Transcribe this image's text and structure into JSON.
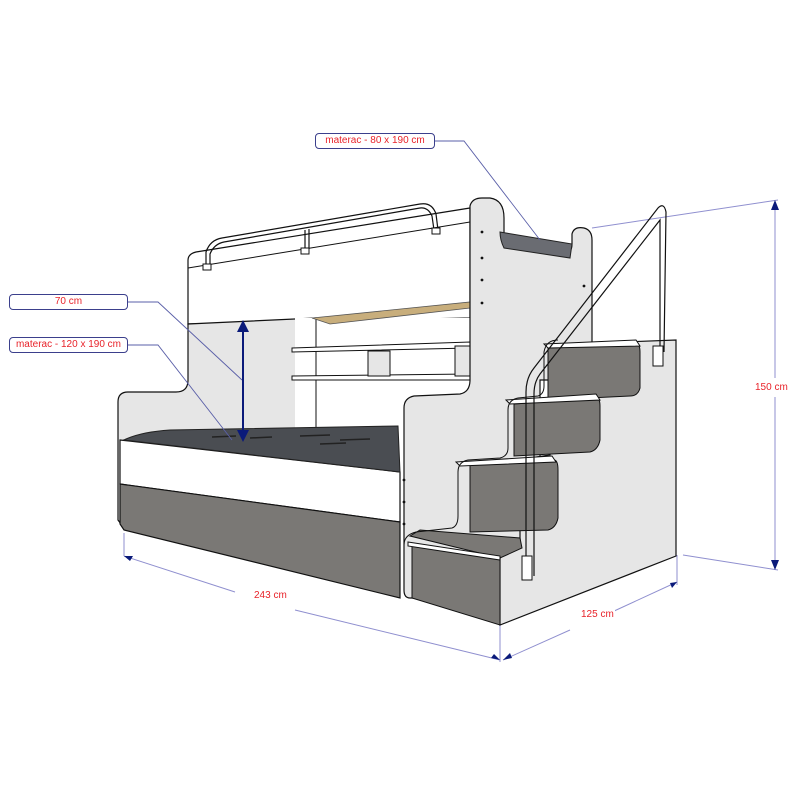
{
  "diagram": {
    "subject": "bunk bed with stair storage unit (dimension drawing)",
    "callouts": {
      "top_mattress": "materac - 80 x 190 cm",
      "clearance": "70 cm",
      "bottom_mattress": "materac - 120 x 190 cm"
    },
    "dimensions": {
      "height": "150 cm",
      "length": "243 cm",
      "depth": "125 cm"
    },
    "colors": {
      "label_text": "#e8232a",
      "callout_border": "#3b3f8c",
      "leader_line": "#5a5fa8",
      "arrow": "#0a1a7a",
      "panel": "#e6e6e6",
      "drawer_dark": "#7a7875",
      "mattress": "#4a4d52",
      "slats": "#c8ae7c"
    }
  }
}
